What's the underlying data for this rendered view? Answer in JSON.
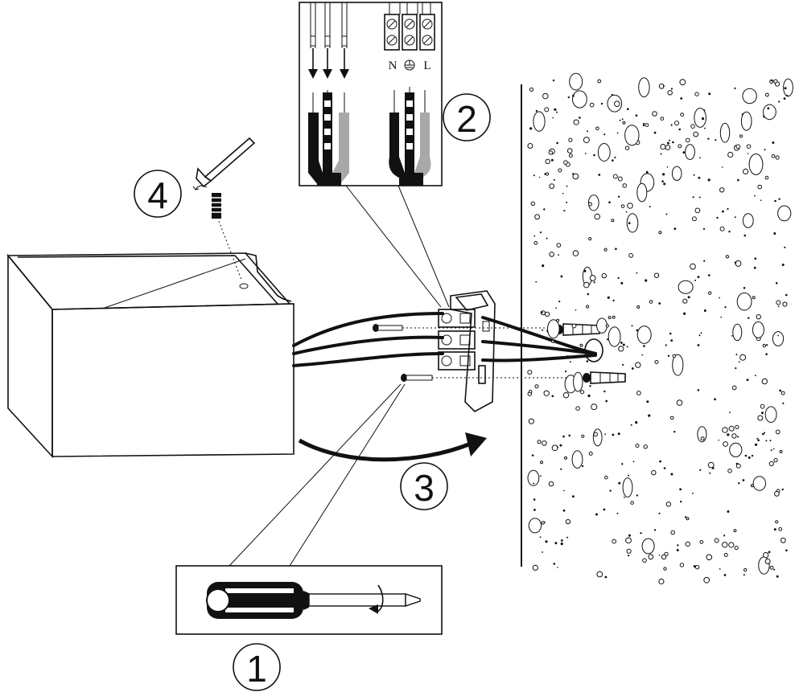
{
  "steps": [
    {
      "number": "1",
      "description_icon": "screwdriver-icon"
    },
    {
      "number": "2",
      "description_icon": "wiring-icon"
    },
    {
      "number": "3",
      "description_icon": "mounting-arrow-icon"
    },
    {
      "number": "4",
      "description_icon": "allen-key-icon"
    }
  ],
  "terminals": {
    "neutral": "N",
    "earth_symbol": "⏚",
    "live": "L"
  },
  "colors": {
    "ink": "#111111",
    "background": "#ffffff",
    "grey_wire": "#a8a8a8"
  }
}
